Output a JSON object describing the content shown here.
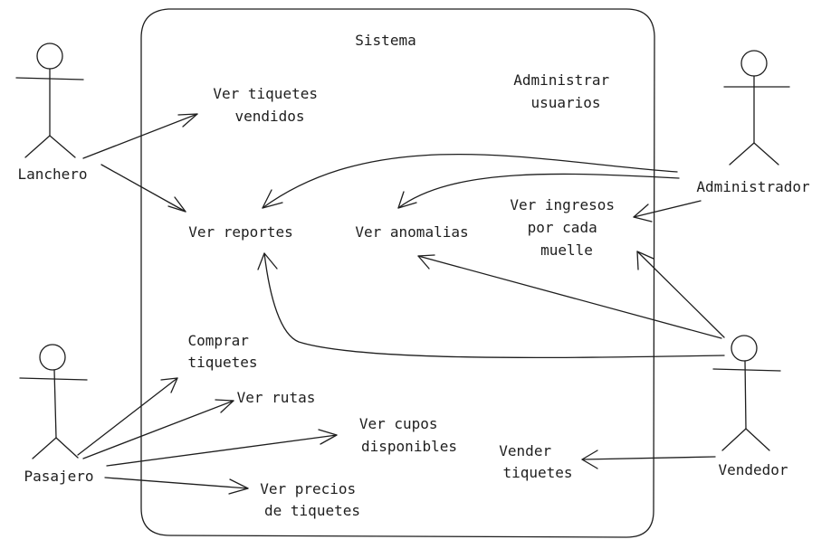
{
  "system": {
    "label": "Sistema"
  },
  "actors": {
    "lanchero": "Lanchero",
    "pasajero": "Pasajero",
    "administrador": "Administrador",
    "vendedor": "Vendedor"
  },
  "use_cases": {
    "ver_tiquetes_vendidos": [
      "Ver tiquetes",
      "vendidos"
    ],
    "ver_reportes": [
      "Ver reportes"
    ],
    "ver_anomalias": [
      "Ver anomalias"
    ],
    "administrar_usuarios": [
      "Administrar",
      "usuarios"
    ],
    "ver_ingresos": [
      "Ver ingresos",
      "por cada",
      "muelle"
    ],
    "comprar_tiquetes": [
      "Comprar",
      "tiquetes"
    ],
    "ver_rutas": [
      "Ver rutas"
    ],
    "ver_cupos": [
      "Ver cupos",
      "disponibles"
    ],
    "vender_tiquetes": [
      "Vender",
      "tiquetes"
    ],
    "ver_precios": [
      "Ver precios",
      "de tiquetes"
    ]
  }
}
